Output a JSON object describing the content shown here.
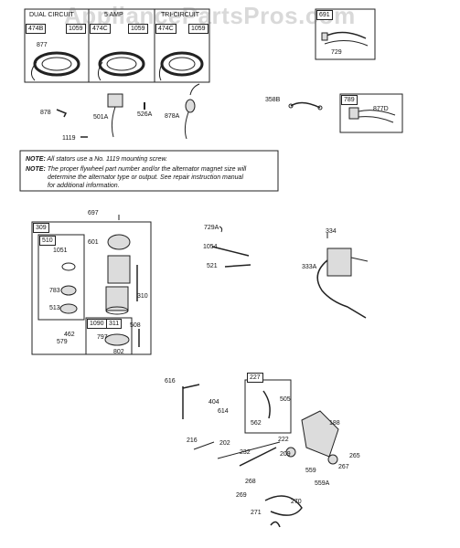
{
  "watermark": "AppliancePartsPros.com",
  "panel_titles": [
    "DUAL CIRCUIT",
    "5 AMP",
    "TRI-CIRCUIT"
  ],
  "box_labels": {
    "b474b": "474B",
    "b1059a": "1059",
    "b474c_1": "474C",
    "b1059b": "1059",
    "b474c_2": "474C",
    "b1059c": "1059",
    "b691": "691",
    "b789": "789",
    "b309": "309",
    "b510": "510",
    "b1090": "1090",
    "b311": "311",
    "b227": "227"
  },
  "part_labels": {
    "p877": "877",
    "p729": "729",
    "p877d": "877D",
    "p878": "878",
    "p501a": "501A",
    "p526a": "526A",
    "p878a": "878A",
    "p358b": "358B",
    "p1119": "1119",
    "p697": "697",
    "p1051": "1051",
    "p601": "601",
    "p783": "783",
    "p310": "310",
    "p513": "513",
    "p462": "462",
    "p579": "579",
    "p797": "797",
    "p508": "508",
    "p802": "802",
    "p729a": "729A",
    "p1054": "1054",
    "p521": "521",
    "p334": "334",
    "p333a": "333A",
    "p616": "616",
    "p404": "404",
    "p614": "614",
    "p505": "505",
    "p562": "562",
    "p222": "222",
    "p188": "188",
    "p216": "216",
    "p202": "202",
    "p232": "232",
    "p209": "209",
    "p265": "265",
    "p267": "267",
    "p559": "559",
    "p559a": "559A",
    "p268": "268",
    "p269": "269",
    "p270": "270",
    "p271": "271"
  },
  "notes": {
    "note1_label": "NOTE:",
    "note1_text": "All stators use a No. 1119 mounting screw.",
    "note2_label": "NOTE:",
    "note2_text1": "The proper flywheel part number and/or the alternator magnet size will",
    "note2_text2": "determine the alternator type or output. See repair instruction manual",
    "note2_text3": "for additional information."
  },
  "colors": {
    "line": "#222222",
    "part_fill": "#dcdcdc",
    "watermark": "#9a9a9a"
  }
}
